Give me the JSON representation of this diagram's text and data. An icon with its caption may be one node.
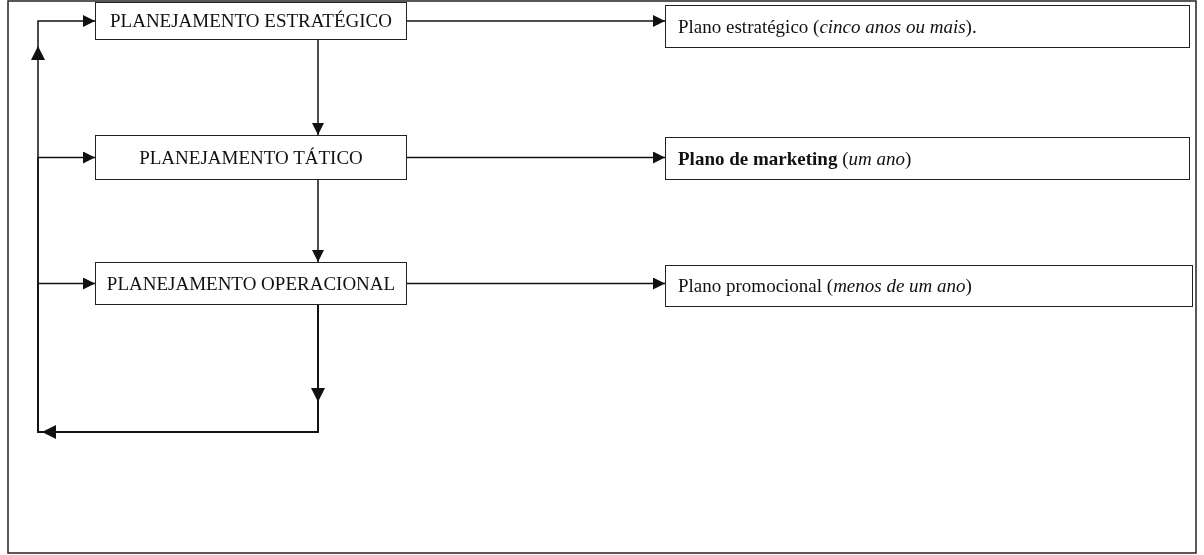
{
  "diagram": {
    "nodes": [
      {
        "text": [
          "PLANEJAMENTO ESTRATÉGICO"
        ]
      },
      {
        "text": [
          "Plano estratégico (*cinco anos ou mais*)."
        ]
      },
      {
        "text": [
          "PLANEJAMENTO TÁTICO"
        ]
      },
      {
        "text": [
          "**Plano de marketing** (*um ano*)"
        ]
      },
      {
        "text": [
          "PLANEJAMENTO OPERACIONAL"
        ]
      },
      {
        "text": [
          "Plano promocional (*menos de um ano*)"
        ]
      }
    ],
    "edges": [
      {
        "from": 0,
        "to": 1,
        "arrow": "to"
      },
      {
        "from": 2,
        "to": 3,
        "arrow": "to"
      },
      {
        "from": 4,
        "to": 5,
        "arrow": "to"
      },
      {
        "from": 0,
        "to": 2,
        "arrow": "to"
      },
      {
        "from": 2,
        "to": 4,
        "arrow": "to"
      },
      {
        "from": 4,
        "to": 0,
        "arrow": "to"
      },
      {
        "from": 4,
        "to": 2,
        "arrow": "to"
      },
      {
        "from": 4,
        "to": 4,
        "arrow": "to"
      }
    ]
  }
}
